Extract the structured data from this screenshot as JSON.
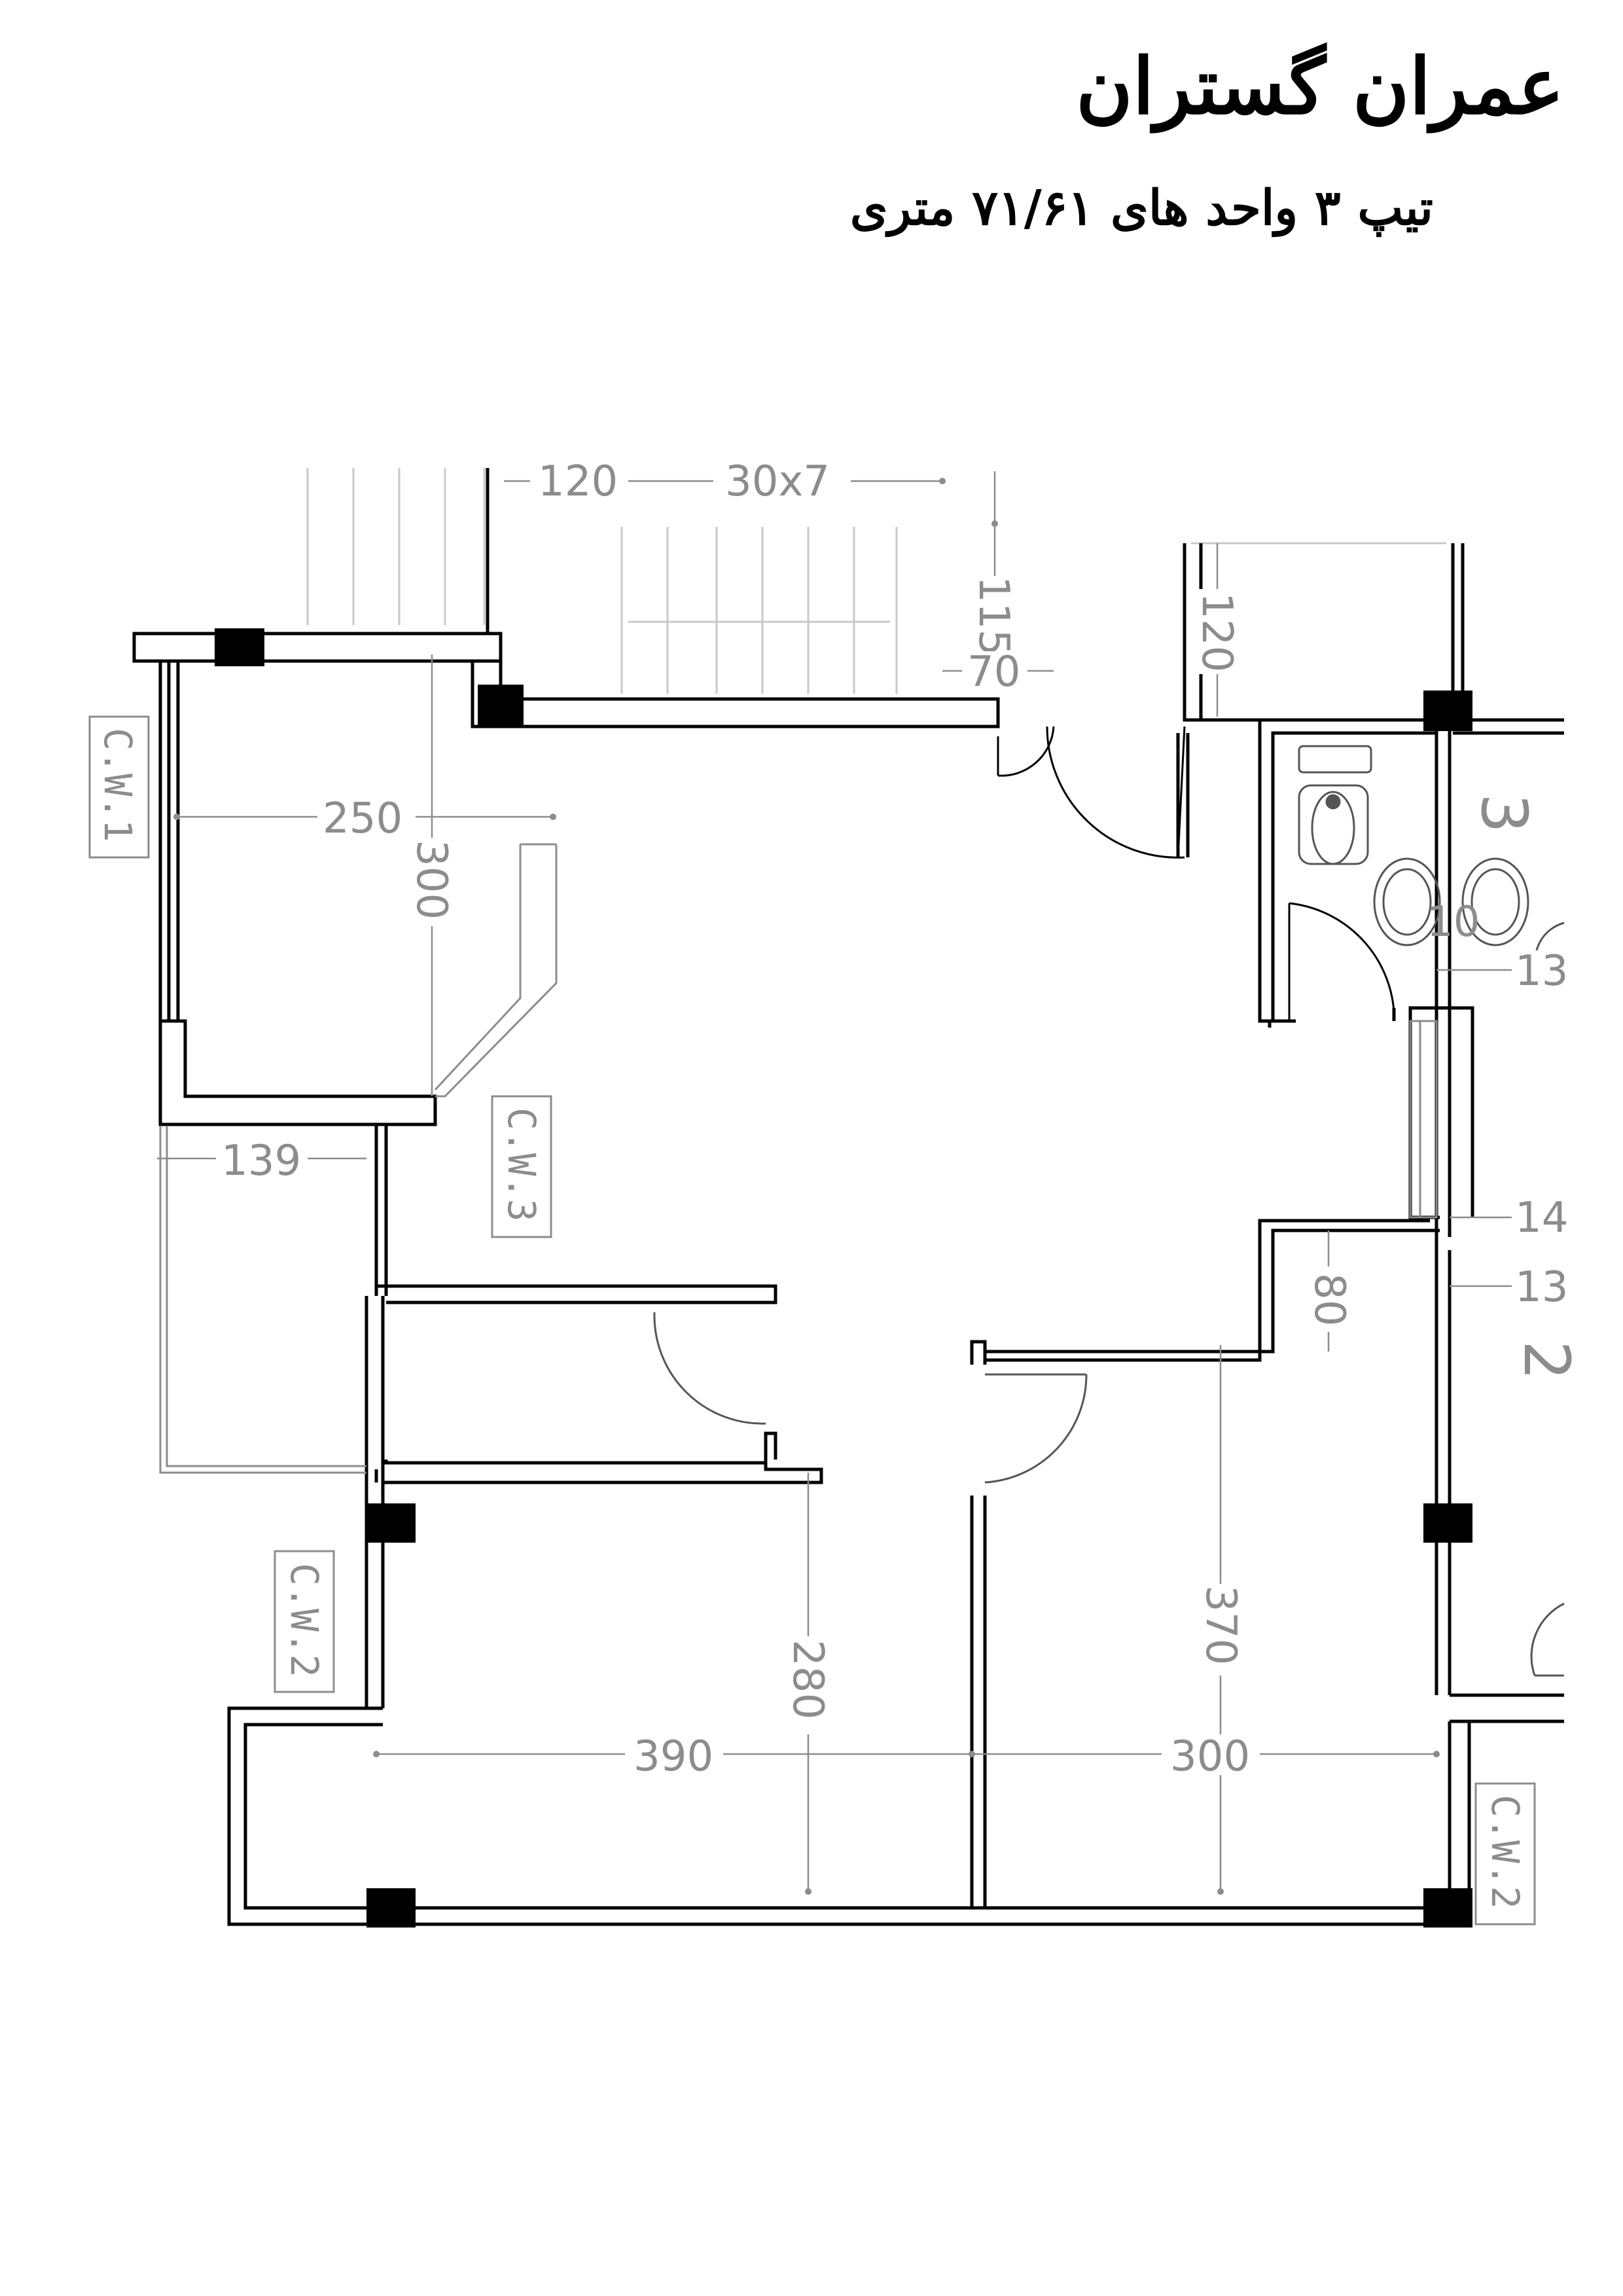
{
  "header": {
    "title": "عمران گستران",
    "subtitle": "تیپ ۳ واحد های ۷۱/۶۱ متری"
  },
  "dimensions": {
    "stair_landing": "120",
    "stair_steps": "30x7",
    "stair_depth": "115",
    "stair_gap": "70",
    "shaft_depth": "120",
    "balcony_width": "250",
    "balcony_depth": "300",
    "kitchen_width": "139",
    "wall_80": "80",
    "bed_left_depth": "280",
    "bed_right_depth": "370",
    "bed_left_width": "390",
    "bed_right_width": "300",
    "side_13a": "13",
    "side_14": "14",
    "side_13b": "13",
    "basin_gap": "10"
  },
  "window_tags": {
    "cw1": "C.W.1",
    "cw2_left": "C.W.2",
    "cw2_right": "C.W.2",
    "cw3": "C.W.3"
  },
  "room_labels": {
    "room_3": "3",
    "room_2": "2"
  }
}
